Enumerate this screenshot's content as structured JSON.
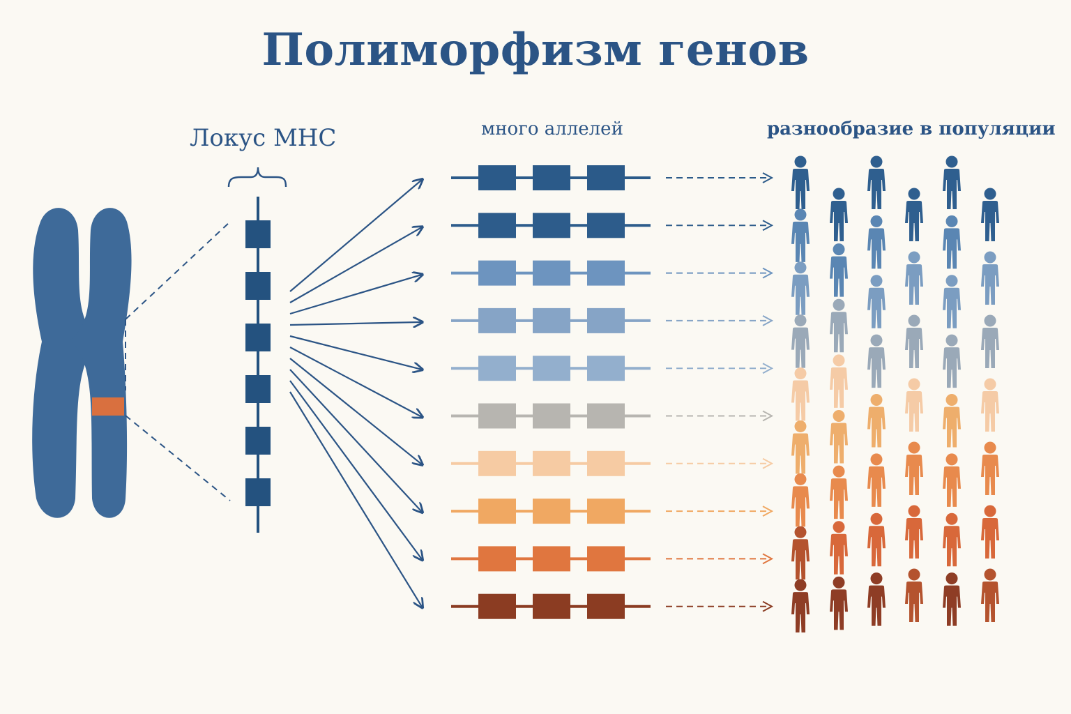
{
  "title": "Полиморфизм генов",
  "labels": {
    "locus": "Локус MHC",
    "alleles": "много аллелей",
    "diversity": "разнообразие в популяции"
  },
  "colors": {
    "background": "#fbf9f3",
    "primary": "#2b5485",
    "chromosome": "#3e6a99",
    "locus_band": "#d9703f",
    "gene_block": "#24527f"
  },
  "alleles": [
    {
      "color": "#2b5a89"
    },
    {
      "color": "#2d5c8b"
    },
    {
      "color": "#6d94bf"
    },
    {
      "color": "#86a4c6"
    },
    {
      "color": "#93afcd"
    },
    {
      "color": "#b7b5b0"
    },
    {
      "color": "#f6cba3"
    },
    {
      "color": "#f0a862"
    },
    {
      "color": "#e0763f"
    },
    {
      "color": "#8b3c22"
    }
  ],
  "population": {
    "people_per_column": [
      9,
      8,
      8,
      7,
      8,
      7
    ],
    "color_ramp": [
      "#2f5f8f",
      "#5a86b3",
      "#7b9dc1",
      "#9aa9b8",
      "#f5cba6",
      "#eeae6c",
      "#e88a4d",
      "#d8683a",
      "#b4532e",
      "#8e3d25"
    ]
  }
}
